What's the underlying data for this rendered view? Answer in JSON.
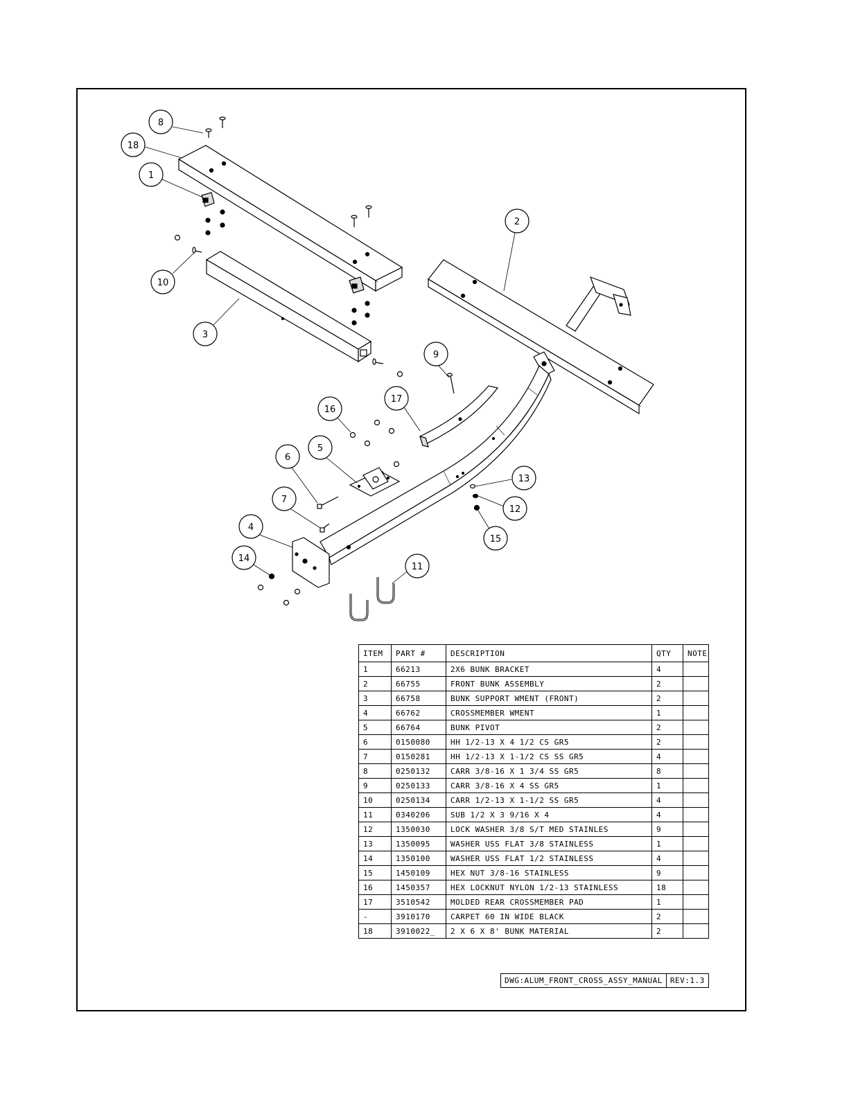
{
  "callouts": [
    {
      "id": "8",
      "label": "8"
    },
    {
      "id": "18",
      "label": "18"
    },
    {
      "id": "1",
      "label": "1"
    },
    {
      "id": "10",
      "label": "10"
    },
    {
      "id": "3",
      "label": "3"
    },
    {
      "id": "2",
      "label": "2"
    },
    {
      "id": "9",
      "label": "9"
    },
    {
      "id": "17",
      "label": "17"
    },
    {
      "id": "16",
      "label": "16"
    },
    {
      "id": "5",
      "label": "5"
    },
    {
      "id": "6",
      "label": "6"
    },
    {
      "id": "7",
      "label": "7"
    },
    {
      "id": "4",
      "label": "4"
    },
    {
      "id": "14",
      "label": "14"
    },
    {
      "id": "13",
      "label": "13"
    },
    {
      "id": "12",
      "label": "12"
    },
    {
      "id": "15",
      "label": "15"
    },
    {
      "id": "11",
      "label": "11"
    }
  ],
  "bom": {
    "headers": {
      "item": "ITEM",
      "part": "PART #",
      "description": "DESCRIPTION",
      "qty": "QTY",
      "note": "NOTE"
    },
    "rows": [
      {
        "item": "1",
        "part": "66213",
        "description": "2X6 BUNK BRACKET",
        "qty": "4",
        "note": ""
      },
      {
        "item": "2",
        "part": "66755",
        "description": "FRONT BUNK ASSEMBLY",
        "qty": "2",
        "note": ""
      },
      {
        "item": "3",
        "part": "66758",
        "description": "BUNK SUPPORT WMENT (FRONT)",
        "qty": "2",
        "note": ""
      },
      {
        "item": "4",
        "part": "66762",
        "description": "CROSSMEMBER WMENT",
        "qty": "1",
        "note": ""
      },
      {
        "item": "5",
        "part": "66764",
        "description": "BUNK PIVOT",
        "qty": "2",
        "note": ""
      },
      {
        "item": "6",
        "part": "0150080",
        "description": "HH 1/2-13 X 4 1/2 CS GR5",
        "qty": "2",
        "note": ""
      },
      {
        "item": "7",
        "part": "0150281",
        "description": "HH 1/2-13 X 1-1/2 CS SS GR5",
        "qty": "4",
        "note": ""
      },
      {
        "item": "8",
        "part": "0250132",
        "description": "CARR 3/8-16 X 1 3/4 SS GR5",
        "qty": "8",
        "note": ""
      },
      {
        "item": "9",
        "part": "0250133",
        "description": "CARR 3/8-16 X 4 SS GR5",
        "qty": "1",
        "note": ""
      },
      {
        "item": "10",
        "part": "0250134",
        "description": "CARR 1/2-13 X 1-1/2 SS GR5",
        "qty": "4",
        "note": ""
      },
      {
        "item": "11",
        "part": "0340206",
        "description": "SUB 1/2 X 3 9/16 X 4",
        "qty": "4",
        "note": ""
      },
      {
        "item": "12",
        "part": "1350030",
        "description": "LOCK WASHER 3/8 S/T MED STAINLES",
        "qty": "9",
        "note": ""
      },
      {
        "item": "13",
        "part": "1350095",
        "description": "WASHER USS FLAT 3/8 STAINLESS",
        "qty": "1",
        "note": ""
      },
      {
        "item": "14",
        "part": "1350100",
        "description": "WASHER USS FLAT 1/2 STAINLESS",
        "qty": "4",
        "note": ""
      },
      {
        "item": "15",
        "part": "1450109",
        "description": "HEX NUT 3/8-16 STAINLESS",
        "qty": "9",
        "note": ""
      },
      {
        "item": "16",
        "part": "1450357",
        "description": "HEX LOCKNUT NYLON 1/2-13 STAINLESS",
        "qty": "18",
        "note": ""
      },
      {
        "item": "17",
        "part": "3510542",
        "description": "MOLDED REAR CROSSMEMBER PAD",
        "qty": "1",
        "note": ""
      },
      {
        "item": "-",
        "part": "3910170",
        "description": "CARPET 60 IN WIDE BLACK",
        "qty": "2",
        "note": ""
      },
      {
        "item": "18",
        "part": "3910022_",
        "description": "2 X 6 X 8' BUNK MATERIAL",
        "qty": "2",
        "note": ""
      }
    ]
  },
  "title_block": {
    "drawing": "DWG:ALUM_FRONT_CROSS_ASSY_MANUAL",
    "revision": "REV:1.3"
  }
}
